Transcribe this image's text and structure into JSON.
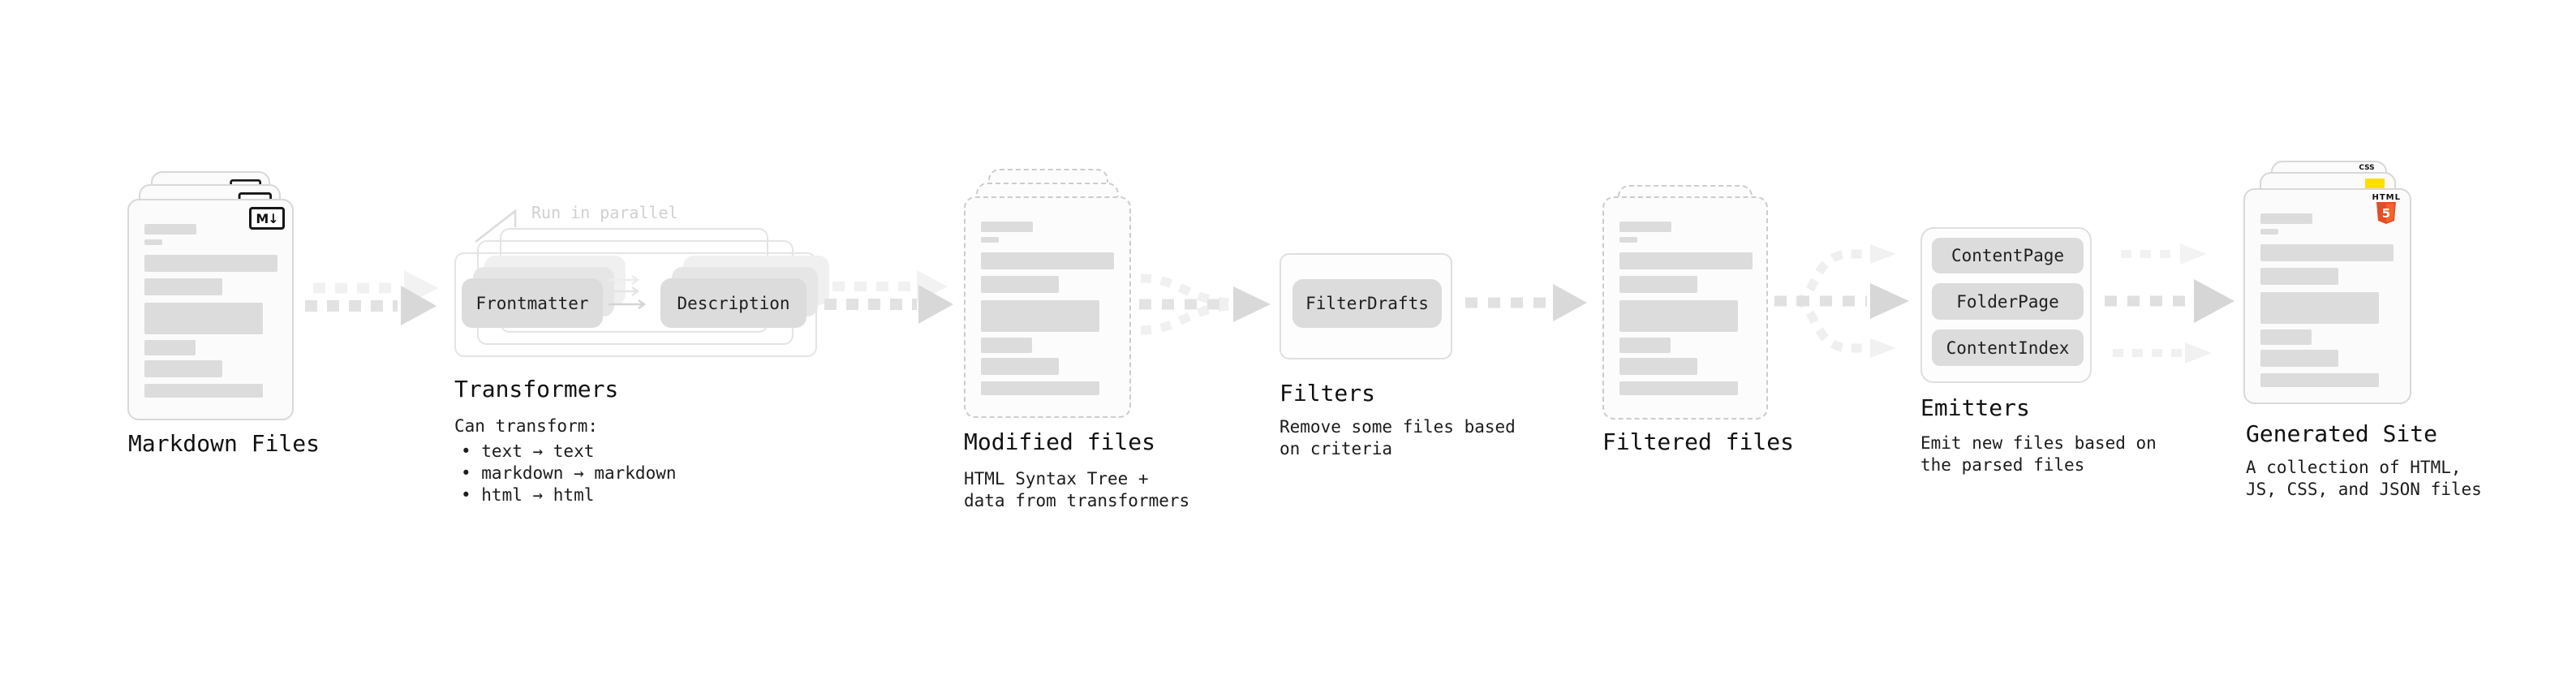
{
  "diagram": {
    "title_note": "static site generation pipeline",
    "markdown_files": {
      "label": "Markdown Files"
    },
    "transformers": {
      "label": "Transformers",
      "annotation": "Run in parallel",
      "pill_from": "Frontmatter",
      "pill_to": "Description",
      "can_transform": "Can transform:",
      "bullets": [
        "• text → text",
        "• markdown → markdown",
        "• html → html"
      ]
    },
    "modified_files": {
      "label": "Modified files",
      "desc1": "HTML Syntax Tree +",
      "desc2": "data from transformers"
    },
    "filters": {
      "label": "Filters",
      "pill": "FilterDrafts",
      "desc1": "Remove some files based",
      "desc2": "on criteria"
    },
    "filtered_files": {
      "label": "Filtered files"
    },
    "emitters": {
      "label": "Emitters",
      "pill1": "ContentPage",
      "pill2": "FolderPage",
      "pill3": "ContentIndex",
      "desc1": "Emit new files based on",
      "desc2": "the parsed files"
    },
    "generated_site": {
      "label": "Generated Site",
      "desc1": "A collection of HTML,",
      "desc2": "JS, CSS, and JSON files",
      "html_badge": "HTML",
      "html_five": "5",
      "css_badge": "CSS"
    },
    "icons": {
      "markdown_badge": "M↓"
    },
    "colors": {
      "html5_orange": "#e44d26",
      "html5_orange_light": "#f16529",
      "js_yellow": "#ffdf00",
      "css_blue": "#2563eb",
      "placeholder_gray": "#dcdcdc",
      "pill_gray": "#dcdcdc",
      "annotation_gray": "#d0d0d0",
      "arrow_gray": "#d8d8d8"
    }
  }
}
